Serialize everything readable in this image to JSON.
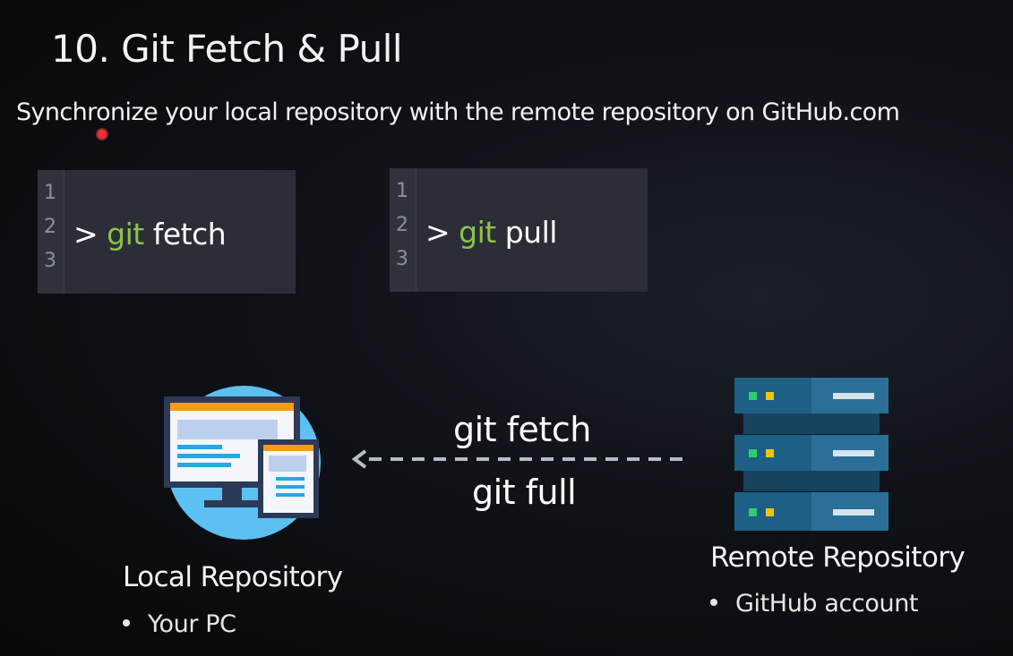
{
  "slide": {
    "title": "10. Git Fetch & Pull",
    "subtitle": "Synchronize your local repository with the remote repository on GitHub.com"
  },
  "code_blocks": [
    {
      "line_numbers": [
        "1",
        "2",
        "3"
      ],
      "prompt": ">",
      "keyword": "git",
      "command": "fetch"
    },
    {
      "line_numbers": [
        "1",
        "2",
        "3"
      ],
      "prompt": ">",
      "keyword": "git",
      "command": "pull"
    }
  ],
  "diagram": {
    "arrow_top_label": "git fetch",
    "arrow_bottom_label": "git full",
    "local": {
      "title": "Local Repository",
      "bullet": "Your PC",
      "icon": "computer-icon"
    },
    "remote": {
      "title": "Remote Repository",
      "bullet": "GitHub account",
      "icon": "server-icon"
    }
  },
  "colors": {
    "keyword_green": "#8bc34a",
    "code_bg": "#2b2e37",
    "pc_circle": "#5cc0f2",
    "server_blue": "#1e5f86",
    "server_dark": "#16445f"
  }
}
